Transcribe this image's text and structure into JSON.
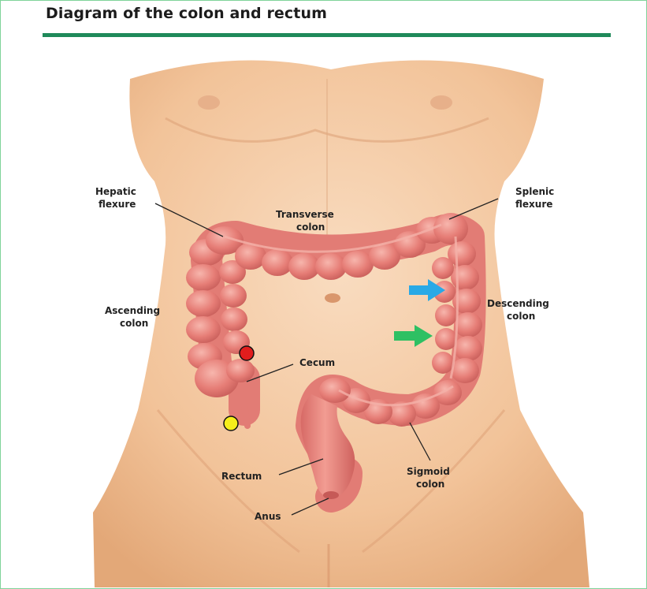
{
  "title": "Diagram of the colon and rectum",
  "colors": {
    "title_rule": "#1f8a5a",
    "frame_border": "#7fd39a",
    "skin": "#f3c89f",
    "colon": "#e8837c",
    "blue_arrow": "#29a9e6",
    "green_arrow": "#2ec063",
    "red_marker": "#e11d1d",
    "yellow_marker": "#f6ee1b"
  },
  "labels": {
    "hepatic_1": "Hepatic",
    "hepatic_2": "flexure",
    "splenic_1": "Splenic",
    "splenic_2": "flexure",
    "transverse_1": "Transverse",
    "transverse_2": "colon",
    "ascending_1": "Ascending",
    "ascending_2": "colon",
    "descending_1": "Descending",
    "descending_2": "colon",
    "cecum": "Cecum",
    "rectum": "Rectum",
    "sigmoid_1": "Sigmoid",
    "sigmoid_2": "colon",
    "anus": "Anus"
  },
  "markers": [
    {
      "name": "blue-arrow",
      "color": "blue_arrow"
    },
    {
      "name": "green-arrow",
      "color": "green_arrow"
    },
    {
      "name": "red-dot",
      "color": "red_marker"
    },
    {
      "name": "yellow-dot",
      "color": "yellow_marker"
    }
  ]
}
